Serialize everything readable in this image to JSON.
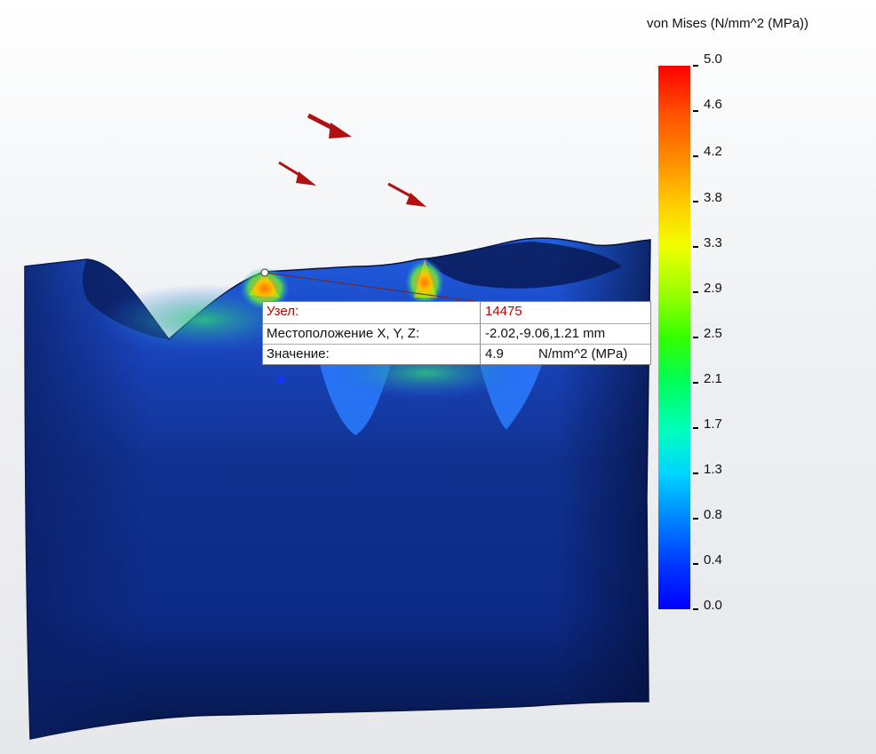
{
  "legend": {
    "title": "von Mises (N/mm^2 (MPa))",
    "labels": [
      "5.0",
      "4.6",
      "4.2",
      "3.8",
      "3.3",
      "2.9",
      "2.5",
      "2.1",
      "1.7",
      "1.3",
      "0.8",
      "0.4",
      "0.0"
    ]
  },
  "probe": {
    "node_label": "Узел:",
    "node_value": "14475",
    "location_label": "Местоположение X, Y, Z:",
    "location_value": "-2.02,-9.06,1.21 mm",
    "value_label": "Значение:",
    "value_number": "4.9",
    "value_unit": "N/mm^2 (MPa)"
  },
  "colors": {
    "load_arrow": "#b01010",
    "probe_label_red": "#c00000",
    "model_base": "#0b2a86"
  },
  "icons": {
    "load_arrows": "force-arrow-icon",
    "probe_point": "probe-node-icon"
  }
}
